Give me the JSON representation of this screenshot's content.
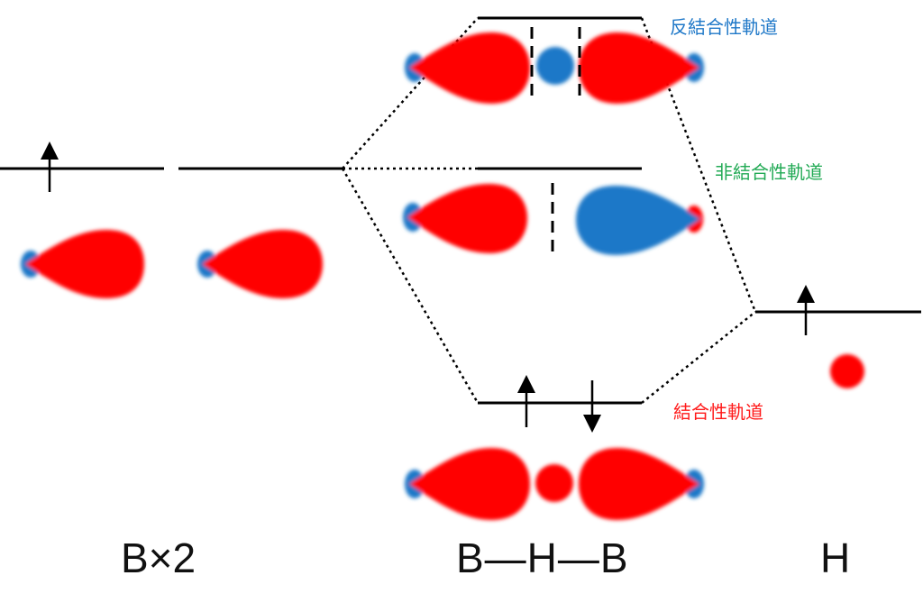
{
  "colors": {
    "phase_positive": "#ff0000",
    "phase_negative": "#1f78c8",
    "antibonding_label": "#1f78c8",
    "nonbonding_label": "#22aa55",
    "bonding_label": "#ff1a1a",
    "level_line": "#000000"
  },
  "labels": {
    "antibonding": "反結合性軌道",
    "nonbonding": "非結合性軌道",
    "bonding": "結合性軌道"
  },
  "bottom": {
    "left": "B×2",
    "center": "B—H—B",
    "right": "H"
  },
  "electrons": {
    "left_boron": [
      "up"
    ],
    "hydrogen": [
      "up"
    ],
    "bonding": [
      "up",
      "down"
    ]
  }
}
